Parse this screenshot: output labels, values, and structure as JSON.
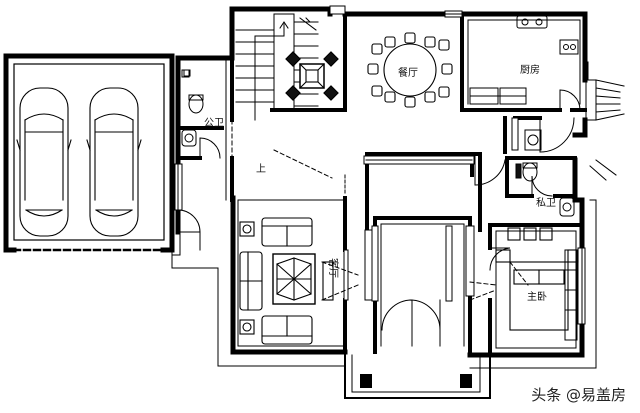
{
  "rooms": {
    "dining": "餐厅",
    "kitchen": "厨房",
    "public_bath": "公卫",
    "stair_up": "上",
    "living": "客厅",
    "private_bath": "私卫",
    "master_bedroom": "主卧"
  },
  "watermark": "头条 @易盖房"
}
